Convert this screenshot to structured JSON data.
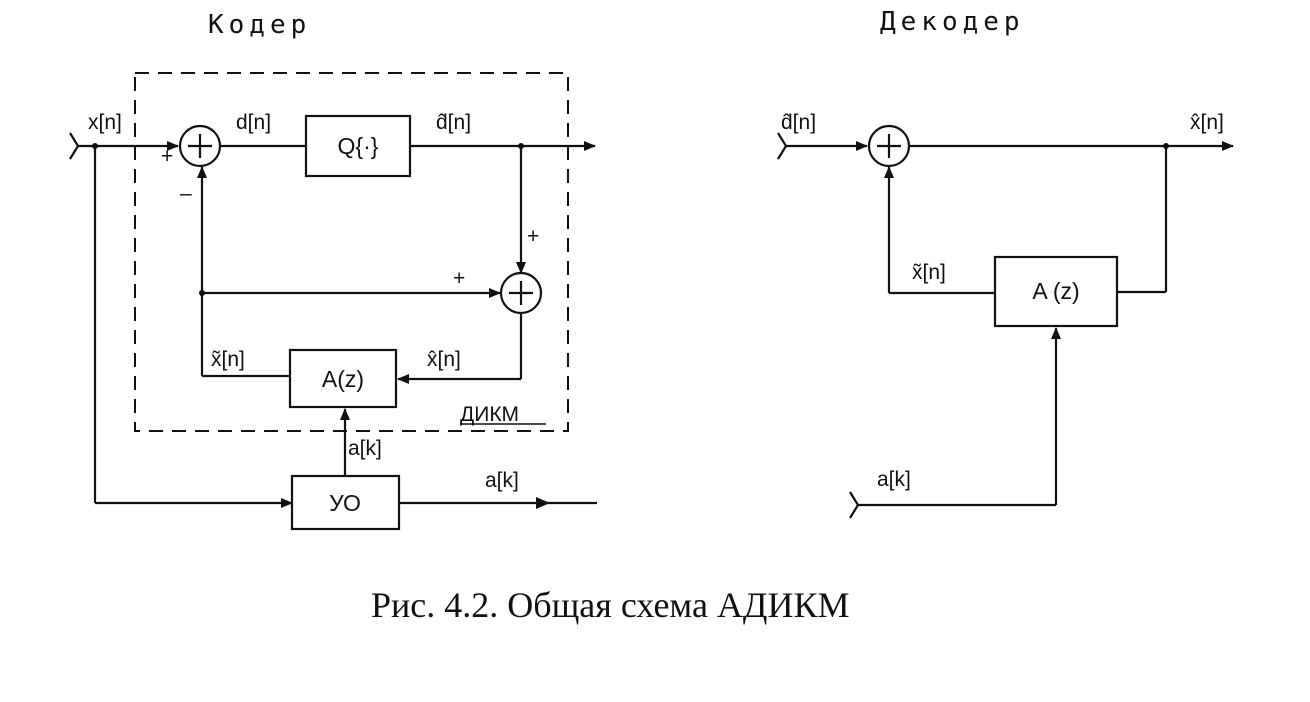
{
  "encoder": {
    "title": "Кодер",
    "input_label": "x[n]",
    "diff_label": "d[n]",
    "quantizer_label": "Q{·}",
    "quantized_label": "d̂[n]",
    "plus_sign_top": "+",
    "minus_sign": "–",
    "plus_sign_right": "+",
    "plus_sign_mid": "+",
    "predicted_label": "x̃[n]",
    "reconstructed_label": "x̂[n]",
    "predictor_label": "A(z)",
    "dpcm_label": "ДИКМ",
    "coef_in_label": "a[k]",
    "adapt_block_label": "УО",
    "coef_out_label": "a[k]"
  },
  "decoder": {
    "title": "Декодер",
    "input_label": "d̂[n]",
    "output_label": "x̂[n]",
    "predicted_label": "x̃[n]",
    "predictor_label": "A (z)",
    "coef_label": "a[k]"
  },
  "caption": "Рис. 4.2. Общая схема АДИКМ"
}
